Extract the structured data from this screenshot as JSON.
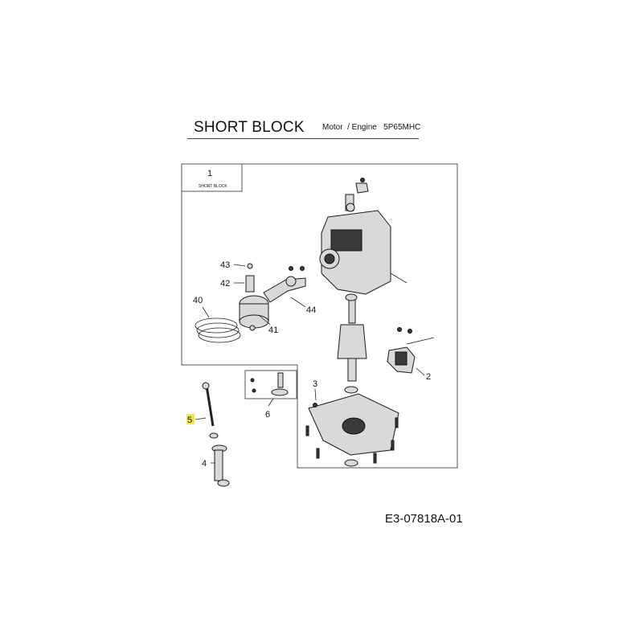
{
  "header": {
    "title": "SHORT BLOCK",
    "subtitle": "Motor  / Engine   5P65MHC"
  },
  "doc_code": "E3-07818A-01",
  "callouts": {
    "c1": "1",
    "c1_caption": "SHORT BLOCK",
    "c2": "2",
    "c3": "3",
    "c4": "4",
    "c5": "5",
    "c6": "6",
    "c40": "40",
    "c41": "41",
    "c42": "42",
    "c43": "43",
    "c44": "44"
  },
  "highlight_color": "#f2e640"
}
